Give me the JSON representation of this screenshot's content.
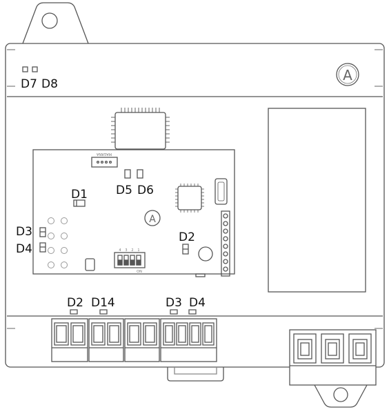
{
  "device": {
    "logo_letter": "A",
    "pcb_logo_letter": "A",
    "connector_text": "MAGRNA",
    "dip_numbers": [
      "4",
      "3",
      "2",
      "1"
    ],
    "dip_on_label": "ON"
  },
  "labels": {
    "d7": "D7",
    "d8": "D8",
    "d1": "D1",
    "d5": "D5",
    "d6": "D6",
    "d3_left": "D3",
    "d4_left": "D4",
    "d2_right": "D2",
    "d2_bottom": "D2",
    "d14_bottom": "D14",
    "d3_bottom": "D3",
    "d4_bottom": "D4"
  },
  "colors": {
    "line": "#4a4a4a",
    "light_line": "#9a9a9a",
    "label": "#111111"
  }
}
